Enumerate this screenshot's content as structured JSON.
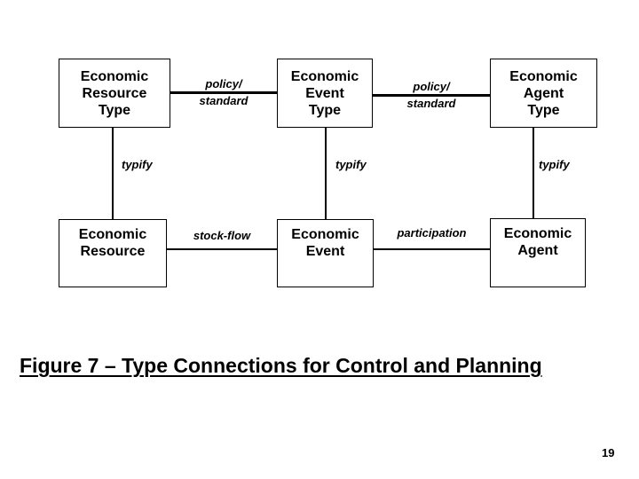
{
  "slide": {
    "background": "#ffffff",
    "ink": "#000000",
    "page_number": "19"
  },
  "caption": {
    "text": "Figure 7 – Type Connections for Control and Planning"
  },
  "diagram": {
    "boxes": [
      {
        "name": "economic-resource-type",
        "lines": [
          "Economic",
          "Resource",
          "Type"
        ]
      },
      {
        "name": "economic-event-type",
        "lines": [
          "Economic",
          "Event",
          "Type"
        ]
      },
      {
        "name": "economic-agent-type",
        "lines": [
          "Economic",
          "Agent",
          "Type"
        ]
      },
      {
        "name": "economic-resource",
        "lines": [
          "Economic",
          "Resource"
        ]
      },
      {
        "name": "economic-event",
        "lines": [
          "Economic",
          "Event"
        ]
      },
      {
        "name": "economic-agent",
        "lines": [
          "Economic",
          "Agent"
        ]
      }
    ],
    "edge_labels": {
      "policy_standard_1": {
        "top": "policy/",
        "bottom": "standard"
      },
      "policy_standard_2": {
        "top": "policy/",
        "bottom": "standard"
      },
      "typify_1": "typify",
      "typify_2": "typify",
      "typify_3": "typify",
      "stock_flow": "stock-flow",
      "participation": "participation"
    }
  }
}
